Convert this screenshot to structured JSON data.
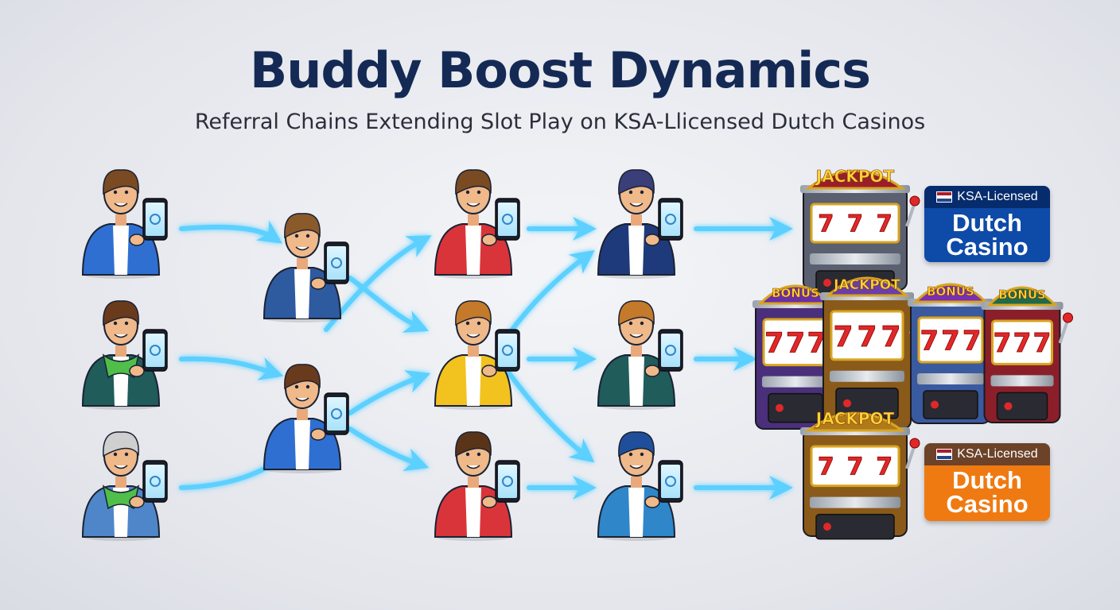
{
  "title": "Buddy Boost Dynamics",
  "subtitle": "Referral Chains Extending Slot Play on KSA-Llicensed Dutch Casinos",
  "colors": {
    "arrow": "#5cd0ff",
    "title": "#142a55",
    "badge_blue": "#0e4aa8",
    "badge_orange": "#ef7a12",
    "flag": [
      "#ae1c28",
      "#ffffff",
      "#21468b"
    ]
  },
  "people": [
    {
      "name": "person-col1-top",
      "shirt": "#2f6fd1",
      "hair": "#7a4a22",
      "icon": "chat-screen"
    },
    {
      "name": "person-col1-mid",
      "shirt": "#1f5c5a",
      "hair": "#6a3a1c",
      "scarf": "#4fbf4a",
      "icon": "up-arrow-screen"
    },
    {
      "name": "person-col1-bot",
      "shirt": "#4f86c9",
      "hair": "#cfcfcf",
      "scarf": "#4fbf4a",
      "icon": "chat-screen"
    },
    {
      "name": "person-col2-top",
      "shirt": "#2e5aa0",
      "hair": "#8a5a2b",
      "icon": "dots-screen"
    },
    {
      "name": "person-col2-bot",
      "shirt": "#2f6fd1",
      "hair": "#6a3a1c",
      "icon": "heart-screen"
    },
    {
      "name": "person-col3-top",
      "shirt": "#d9343a",
      "hair": "#7a4a22",
      "icon": "chat-screen"
    },
    {
      "name": "person-col3-mid",
      "shirt": "#f2c21f",
      "hair": "#c47a2a",
      "icon": "heart-screen"
    },
    {
      "name": "person-col3-bot",
      "shirt": "#d9343a",
      "hair": "#5a3418",
      "icon": "heart-screen"
    },
    {
      "name": "person-col4-top",
      "shirt": "#1f3a7a",
      "hair": "#3a3f7a",
      "icon": "fingerprint-screen"
    },
    {
      "name": "person-col4-mid",
      "shirt": "#1f5c5a",
      "hair": "#c47a2a",
      "icon": "fingerprint-screen"
    },
    {
      "name": "person-col4-bot",
      "shirt": "#2f86c9",
      "hair": "#1f4f9a",
      "icon": "qr-screen"
    }
  ],
  "slots": [
    {
      "name": "slot-jackpot-top",
      "label": "JACKPOT",
      "reels": "7 7 7",
      "body": "#5a6070",
      "topper": "#9a1e2a"
    },
    {
      "name": "slot-bonus-1",
      "label": "BONUS",
      "reels": "7 7 7",
      "body": "#4a2f7a",
      "topper": "#6a2fa8"
    },
    {
      "name": "slot-jackpot-mid",
      "label": "JACKPOT",
      "reels": "7 7 7",
      "body": "#8a5a1a",
      "topper": "#6a3fa8"
    },
    {
      "name": "slot-bonus-2",
      "label": "BONUS",
      "reels": "7 7 7",
      "body": "#3a5aa0",
      "topper": "#7a2fb0"
    },
    {
      "name": "slot-bonus-3",
      "label": "BONUS",
      "reels": "7 7 7",
      "body": "#8a1f2a",
      "topper": "#1f6a4a"
    },
    {
      "name": "slot-jackpot-bottom",
      "label": "JACKPOT",
      "reels": "7 7 7",
      "body": "#8a5a1a",
      "topper": "#b07a1a"
    }
  ],
  "badges": [
    {
      "top": "KSA-Licensed",
      "line1": "Dutch",
      "line2": "Casino",
      "color": "#0e4aa8"
    },
    {
      "top": "KSA-Licensed",
      "line1": "Dutch",
      "line2": "Casino",
      "color": "#ef7a12"
    }
  ]
}
